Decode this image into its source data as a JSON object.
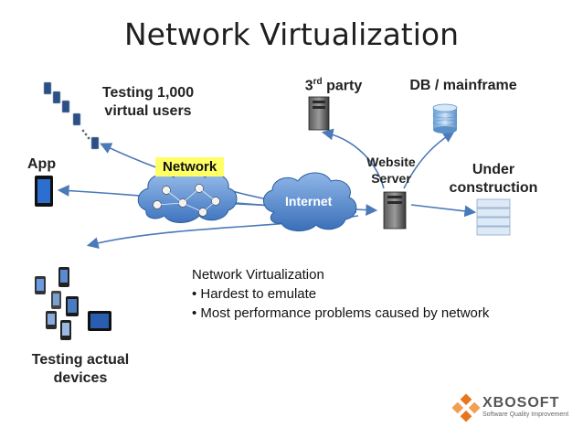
{
  "title": "Network Virtualization",
  "labels": {
    "testing_virtual_line1": "Testing 1,000",
    "testing_virtual_line2": "virtual users",
    "third_party_main": "3",
    "third_party_sup": "rd",
    "third_party_rest": " party",
    "db_mainframe": "DB / mainframe",
    "app": "App",
    "network": "Network",
    "internet": "Internet",
    "website_line1": "Website",
    "website_line2": "Server",
    "under_line1": "Under",
    "under_line2": "construction",
    "testing_actual_line1": "Testing actual",
    "testing_actual_line2": "devices"
  },
  "note": {
    "heading": "Network Virtualization",
    "bullets": [
      "• Hardest to emulate",
      "• Most performance problems caused by network"
    ]
  },
  "logo": {
    "name": "XBOSOFT",
    "tagline": "Software Quality Improvement"
  },
  "colors": {
    "arrow": "#4a7ab8",
    "cloud_network": "#6a9ad8",
    "cloud_internet": "#5b8fd0",
    "network_badge": "#ffff66",
    "db_blue": "#8ab8e6",
    "logo_orange": "#e8761e"
  }
}
